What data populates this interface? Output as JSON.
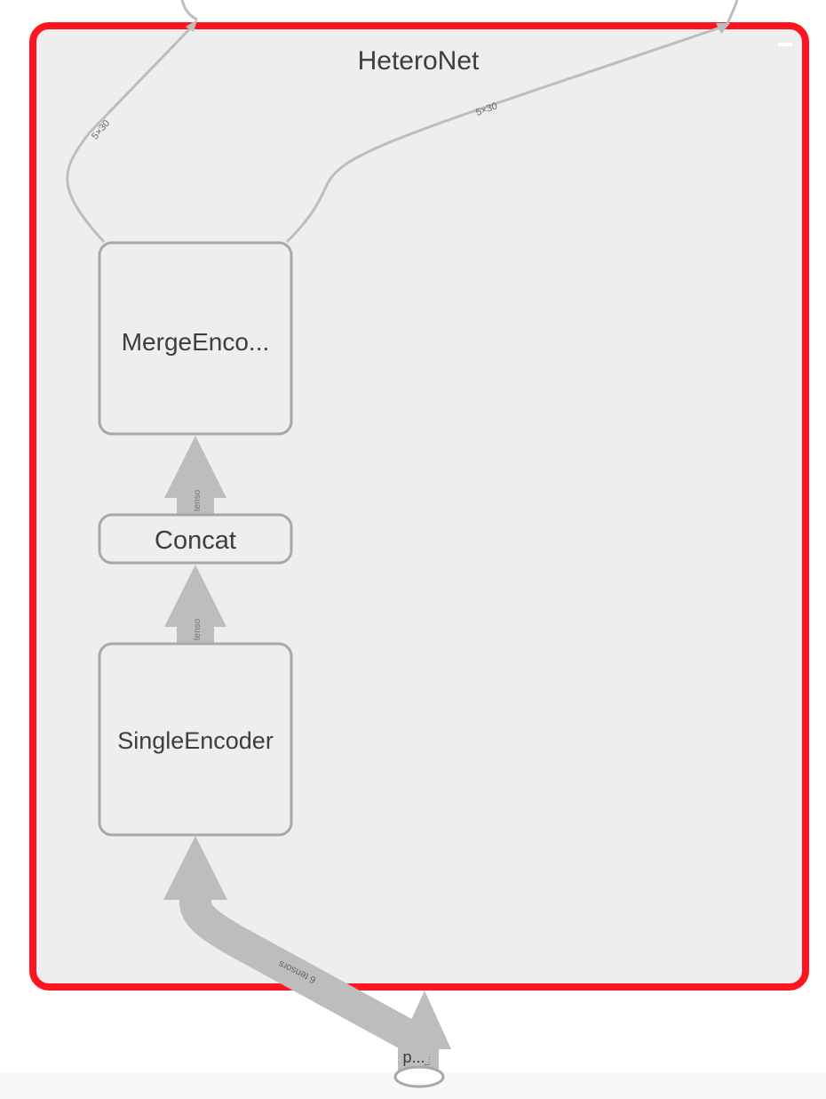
{
  "group": {
    "title": "HeteroNet",
    "border_color": "#ff1520",
    "fill_color": "#eeeeee"
  },
  "nodes": {
    "merge_encoder": "MergeEnco...",
    "concat": "Concat",
    "single_encoder": "SingleEncoder",
    "input_label": "p..."
  },
  "edges": {
    "out_left": "5×30",
    "out_right": "5×30",
    "concat_to_merge": "tenso",
    "single_to_concat": "tenso",
    "input_to_single": "6 tensors",
    "input_inner": "t..."
  },
  "colors": {
    "edge": "#bdbdbd",
    "node_border": "#a8a8a8",
    "node_fill": "#eeeeee"
  }
}
